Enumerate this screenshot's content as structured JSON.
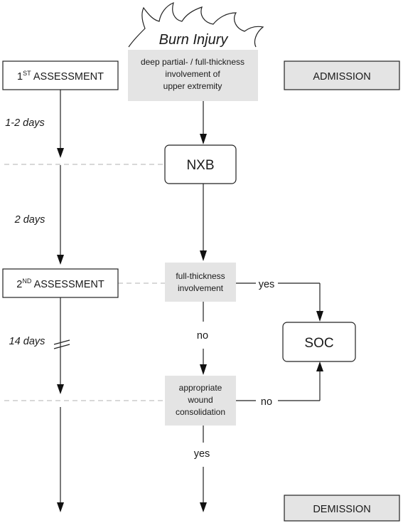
{
  "title": "Burn Injury",
  "injury_box": [
    "deep partial- / full-thickness",
    "involvement of",
    "upper extremity"
  ],
  "assessment_1": {
    "prefix": "1",
    "sup": "ST",
    "rest": " ASSESSMENT"
  },
  "assessment_2": {
    "prefix": "2",
    "sup": "ND",
    "rest": " ASSESSMENT"
  },
  "admission": "ADMISSION",
  "demission": "DEMISSION",
  "intervals": [
    "1-2 days",
    "2 days",
    "14 days"
  ],
  "nxb": "NXB",
  "soc": "SOC",
  "decision_1": [
    "full-thickness",
    "involvement"
  ],
  "decision_2": [
    "appropriate",
    "wound",
    "consolidation"
  ],
  "edge_labels": {
    "d1_yes": "yes",
    "d1_no": "no",
    "d2_no": "no",
    "d2_yes": "yes"
  }
}
